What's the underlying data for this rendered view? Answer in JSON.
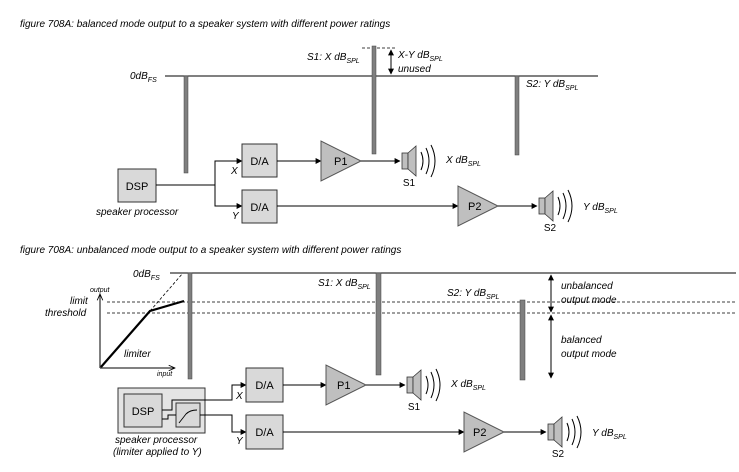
{
  "figure1": {
    "title": "figure 708A: balanced mode output to a speaker system with different power ratings",
    "zero_dbfs": "0dB",
    "zero_dbfs_sub": "FS",
    "s1_label": "S1: X dB",
    "s1_label_sub": "SPL",
    "headroom_label": "X-Y dB",
    "headroom_label_sub": "SPL",
    "unused_label": "unused",
    "s2_label": "S2: Y dB",
    "s2_label_sub": "SPL",
    "dsp": "DSP",
    "dsp_caption": "speaker processor",
    "da_top": "D/A",
    "da_bottom": "D/A",
    "ch_x": "X",
    "ch_y": "Y",
    "amp1": "P1",
    "amp2": "P2",
    "spk1": "S1",
    "spk2": "S2",
    "out1": "X dB",
    "out1_sub": "SPL",
    "out2": "Y dB",
    "out2_sub": "SPL"
  },
  "figure2": {
    "title": "figure 708A: unbalanced mode output to a speaker system with different power ratings",
    "zero_dbfs": "0dB",
    "zero_dbfs_sub": "FS",
    "s1_label": "S1: X dB",
    "s1_label_sub": "SPL",
    "s2_label": "S2: Y dB",
    "s2_label_sub": "SPL",
    "limit": "limit",
    "threshold": "threshold",
    "graph_output": "output",
    "graph_input": "input",
    "graph_limiter": "limiter",
    "unbalanced_1": "unbalanced",
    "unbalanced_2": "output mode",
    "balanced_1": "balanced",
    "balanced_2": "output mode",
    "dsp": "DSP",
    "dsp_caption_1": "speaker processor",
    "dsp_caption_2": "(limiter applied to Y)",
    "da_top": "D/A",
    "da_bottom": "D/A",
    "ch_x": "X",
    "ch_y": "Y",
    "amp1": "P1",
    "amp2": "P2",
    "spk1": "S1",
    "spk2": "S2",
    "out1": "X dB",
    "out1_sub": "SPL",
    "out2": "Y dB",
    "out2_sub": "SPL"
  }
}
